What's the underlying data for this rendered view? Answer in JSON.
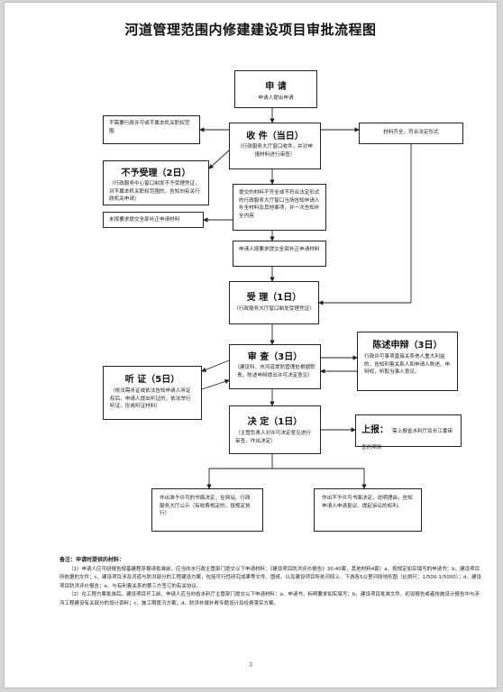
{
  "title": "河道管理范围内修建建设项目审批流程图",
  "apply": {
    "title": "申  请",
    "desc": "申请人提出申请"
  },
  "no_permit_needed": "不需要行政许可或不属本机关职权范围",
  "receive": {
    "title": "收  件（当日）",
    "desc": "（行政服务大厅窗口收件，并对申报材料进行审查）"
  },
  "materials_ok": "材料齐全，符合法定形式",
  "not_accept": {
    "title": "不予受理（2日）",
    "desc": "（行政服务中心窗口制发不予受理凭证，对不属本机关职权范围的，告知向有关行政机关申请）"
  },
  "incomplete": "提交的材料不齐全或不符合法定形式的行政服务大厅窗口当场告知申请人补全材料及其他事项，并一次告知补全内容",
  "not_submitted": "未按要求提交全部补正申请材料",
  "submitted": "申请人按要求提交全部补正申请材料",
  "accept": {
    "title": "受  理（1日）",
    "desc": "（行政服务大厅窗口制发受理凭证）"
  },
  "review": {
    "title": "审  查（3日）",
    "desc": "（建设科、市河道堤防管理处根据职责，陈述申辩提出许可决定意见）"
  },
  "defense": {
    "title": "陈述申辩（3日）",
    "desc": "行政许可事项直接关系他人重大利益的，告知利害关系人和申请人陈述、申辩权，听取当事人意见。"
  },
  "hearing": {
    "title": "听  证（5日）",
    "desc": "（依法需听证或依法告知申请人听证权后，申请人提出听证的，依法举行听证，形成听证材料）"
  },
  "decision": {
    "title": "决  定（1日）",
    "desc": "（主管负责人对许可决定意见进行审查，作出决定）"
  },
  "report": {
    "title": "上报：",
    "desc": "需上报省水利厅及长江委审查的项目"
  },
  "grant": "作出准予许可的书面决定，在网站、行政服务大厅公示（有收费规定的，按规定执行）",
  "deny": "作出不予许可书面决定，说明理由，告知申请人申请复议、提起诉讼的权利。",
  "notes": {
    "heading": "备注：申请时提供的材料：",
    "p1": "（1）申请人应可研报告按基建程序报请批准前，应当向水行政主管部门提交以下申请材料：《建设项目防洪评价报告》30-40套，其他材料4套）a、按规定如实填写的申请书；b、建设项目所依据的文件；c、建设项目涉及河道与防洪部分的工程建设方案，包括可行性研究成果等文件、图纸、以及建设项目所处河段上、下游各5公里河段地形图（比例尺：1/500-1/5000）；d、建设项目防洪评价报告；e、与有利害关系的第三方签订的有关协议。",
    "p2": "（2）在工程方案批准后，建设项目开工前，申请人应当向省水利厅主管部门提交以下申请材料：a、申请书，标明要求如实填写；b、建设项目批准文件、初设报告或者技施设计报告中与涉河工程建设有关部分的设计资料；c、施工期度汛方案；d、防洪补偿补救专题设计及经费落实方案。"
  },
  "page_number": "3"
}
